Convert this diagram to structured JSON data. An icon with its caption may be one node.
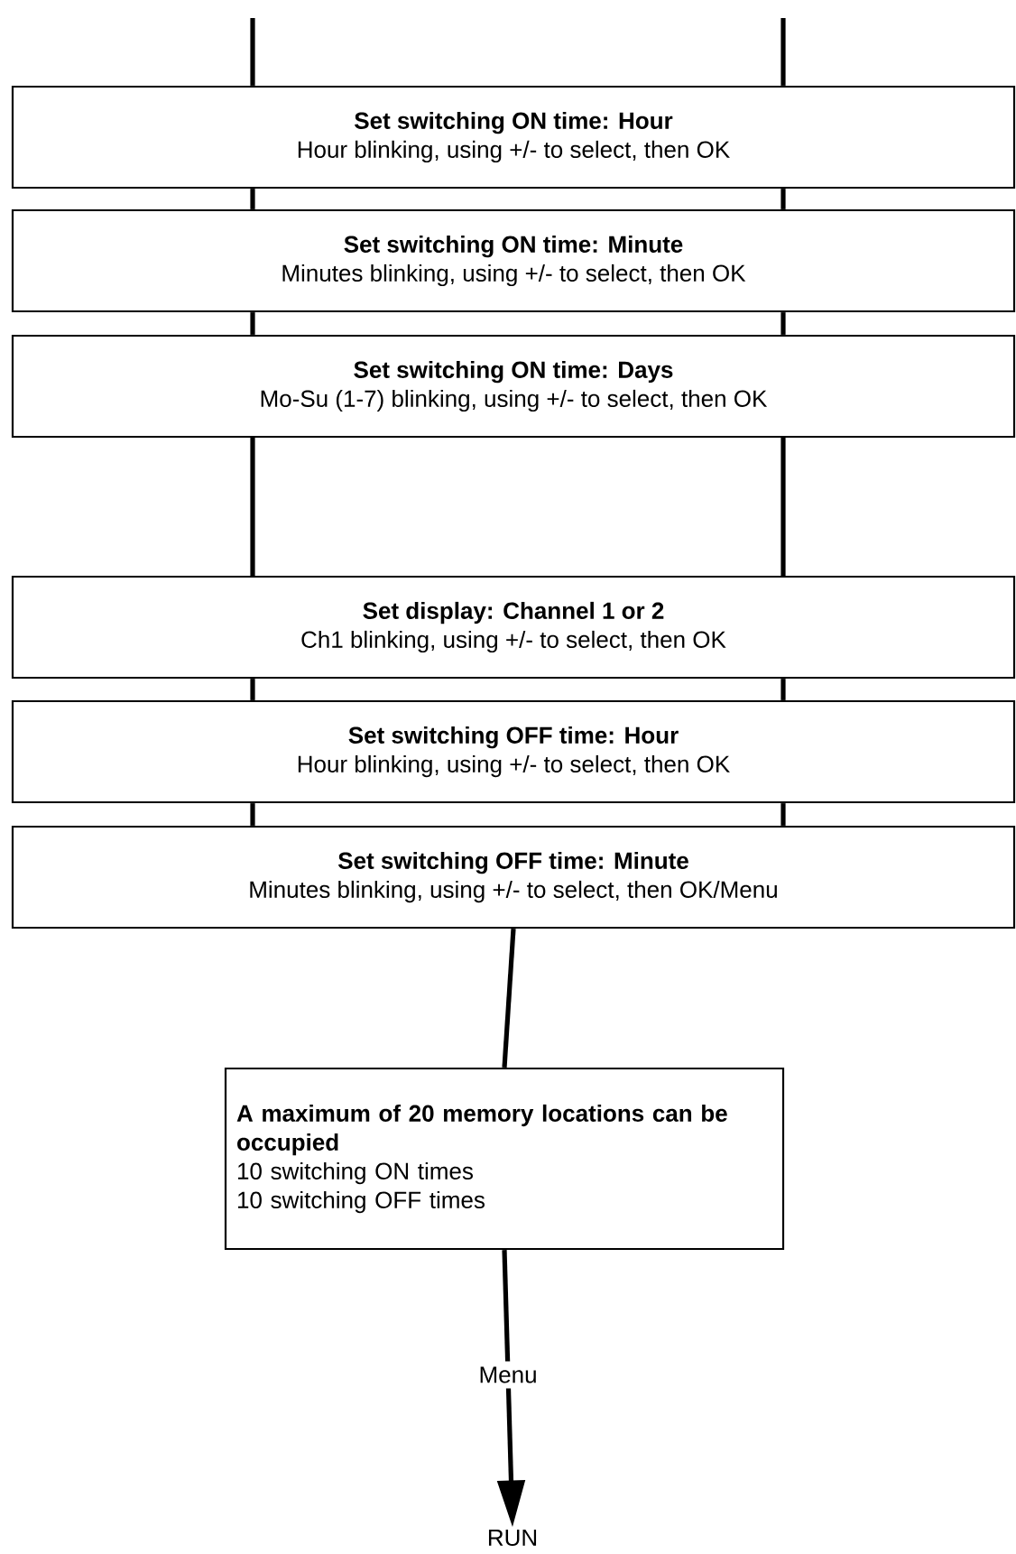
{
  "diagram": {
    "nodes": [
      {
        "text": [
          "Set switching ON time: Hour",
          "Hour blinking, using +/- to select, then OK"
        ]
      },
      {
        "text": [
          "Set switching ON time: Minute",
          "Minutes blinking, using +/- to select, then OK"
        ]
      },
      {
        "text": [
          "Set switching ON time: Days",
          "Mo-Su (1-7) blinking, using +/- to select, then OK"
        ]
      },
      {
        "text": [
          "Set display: Channel 1 or 2",
          "Ch1 blinking, using +/- to select, then OK"
        ]
      },
      {
        "text": [
          "Set switching OFF time: Hour",
          "Hour blinking, using +/- to select, then OK"
        ]
      },
      {
        "text": [
          "Set switching OFF time: Minute",
          "Minutes blinking, using +/- to select, then OK/Menu"
        ]
      },
      {
        "text": [
          "A maximum of 20 memory locations can be occupied",
          "10 switching ON times",
          "10 switching OFF times"
        ]
      },
      {
        "text": [
          "RUN"
        ]
      }
    ],
    "edges": [
      {
        "from": null,
        "to": 0,
        "arrow": "none"
      },
      {
        "from": null,
        "to": 0,
        "arrow": "none"
      },
      {
        "from": 0,
        "to": 1,
        "arrow": "none"
      },
      {
        "from": 0,
        "to": 1,
        "arrow": "none"
      },
      {
        "from": 1,
        "to": 2,
        "arrow": "none"
      },
      {
        "from": 1,
        "to": 2,
        "arrow": "none"
      },
      {
        "from": 2,
        "to": 3,
        "arrow": "none"
      },
      {
        "from": 2,
        "to": 3,
        "arrow": "none"
      },
      {
        "from": 3,
        "to": 4,
        "arrow": "none"
      },
      {
        "from": 3,
        "to": 4,
        "arrow": "none"
      },
      {
        "from": 4,
        "to": 5,
        "arrow": "none"
      },
      {
        "from": 4,
        "to": 5,
        "arrow": "none"
      },
      {
        "from": 5,
        "to": 6,
        "arrow": "none"
      },
      {
        "from": 6,
        "to": 7,
        "arrow": "to",
        "label": "Menu"
      }
    ]
  }
}
